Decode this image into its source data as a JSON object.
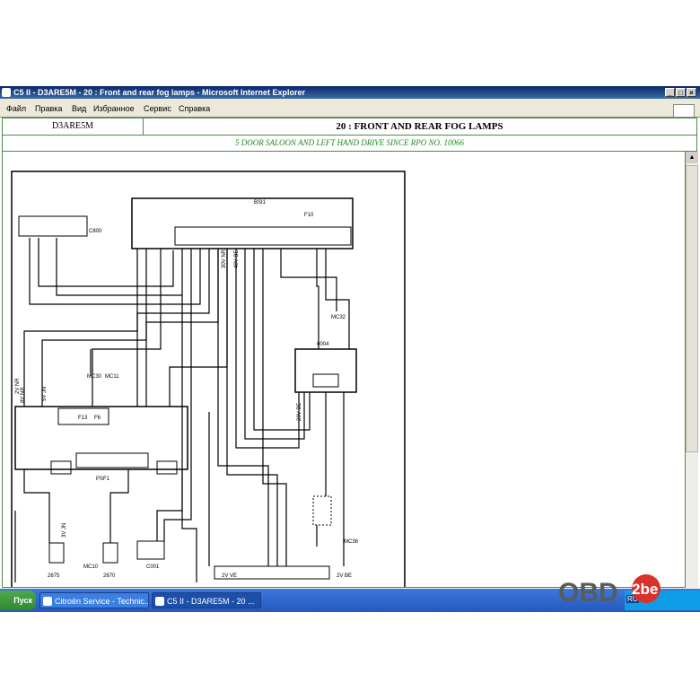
{
  "window": {
    "title": "C5 II - D3ARE5M - 20 : Front and rear fog lamps - Microsoft Internet Explorer"
  },
  "menu": [
    "Файл",
    "Правка",
    "Вид",
    "Избранное",
    "Сервис",
    "Справка"
  ],
  "header": {
    "model_code": "D3ARE5M",
    "title": "20 : FRONT AND REAR FOG LAMPS",
    "subtitle": "5 DOOR SALOON AND LEFT HAND DRIVE SINCE RPO NO. 10066"
  },
  "diagram": {
    "labels": {
      "c1": "C800",
      "c2": "BSI1",
      "c3": "MC32",
      "c4": "MC30",
      "c5": "MC11",
      "c6": "0004",
      "c7": "PSF1",
      "c8": "MC10",
      "c9": "MC36",
      "c10": "C001",
      "c11": "2670",
      "c12": "2675",
      "f1": "F13",
      "f2": "F6",
      "f3": "F10",
      "w1": "2V NR",
      "w2": "30V NR",
      "w3": "40V BE",
      "w4": "5V JN",
      "w5": "2V VE",
      "w6": "2V BE",
      "w7": "8V NR",
      "w8": "20V BE",
      "w9": "3V JN"
    }
  },
  "taskbar": {
    "start": "Пуск",
    "task1": "Citroën Service - Technic...",
    "task2": "C5 II - D3ARE5M - 20 ..."
  },
  "watermark": {
    "text": "OBD",
    "badge": "2be"
  },
  "tray": {
    "lang": "RU"
  }
}
